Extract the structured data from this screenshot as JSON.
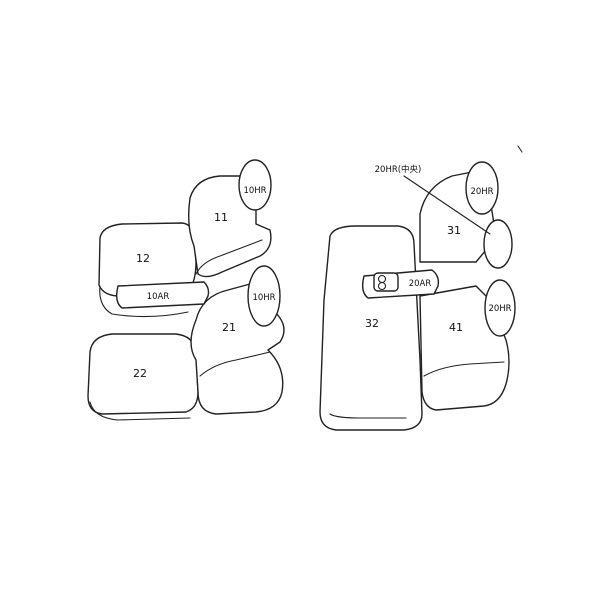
{
  "parts": {
    "p11": "11",
    "p12": "12",
    "p21": "21",
    "p22": "22",
    "p31": "31",
    "p32": "32",
    "p41": "41"
  },
  "headrests": {
    "front_upper": "10HR",
    "front_lower": "10HR",
    "rear_upper": "20HR",
    "rear_lower": "20HR",
    "center_callout": "20HR(中央)"
  },
  "armrests": {
    "front": "10AR",
    "rear": "20AR"
  }
}
